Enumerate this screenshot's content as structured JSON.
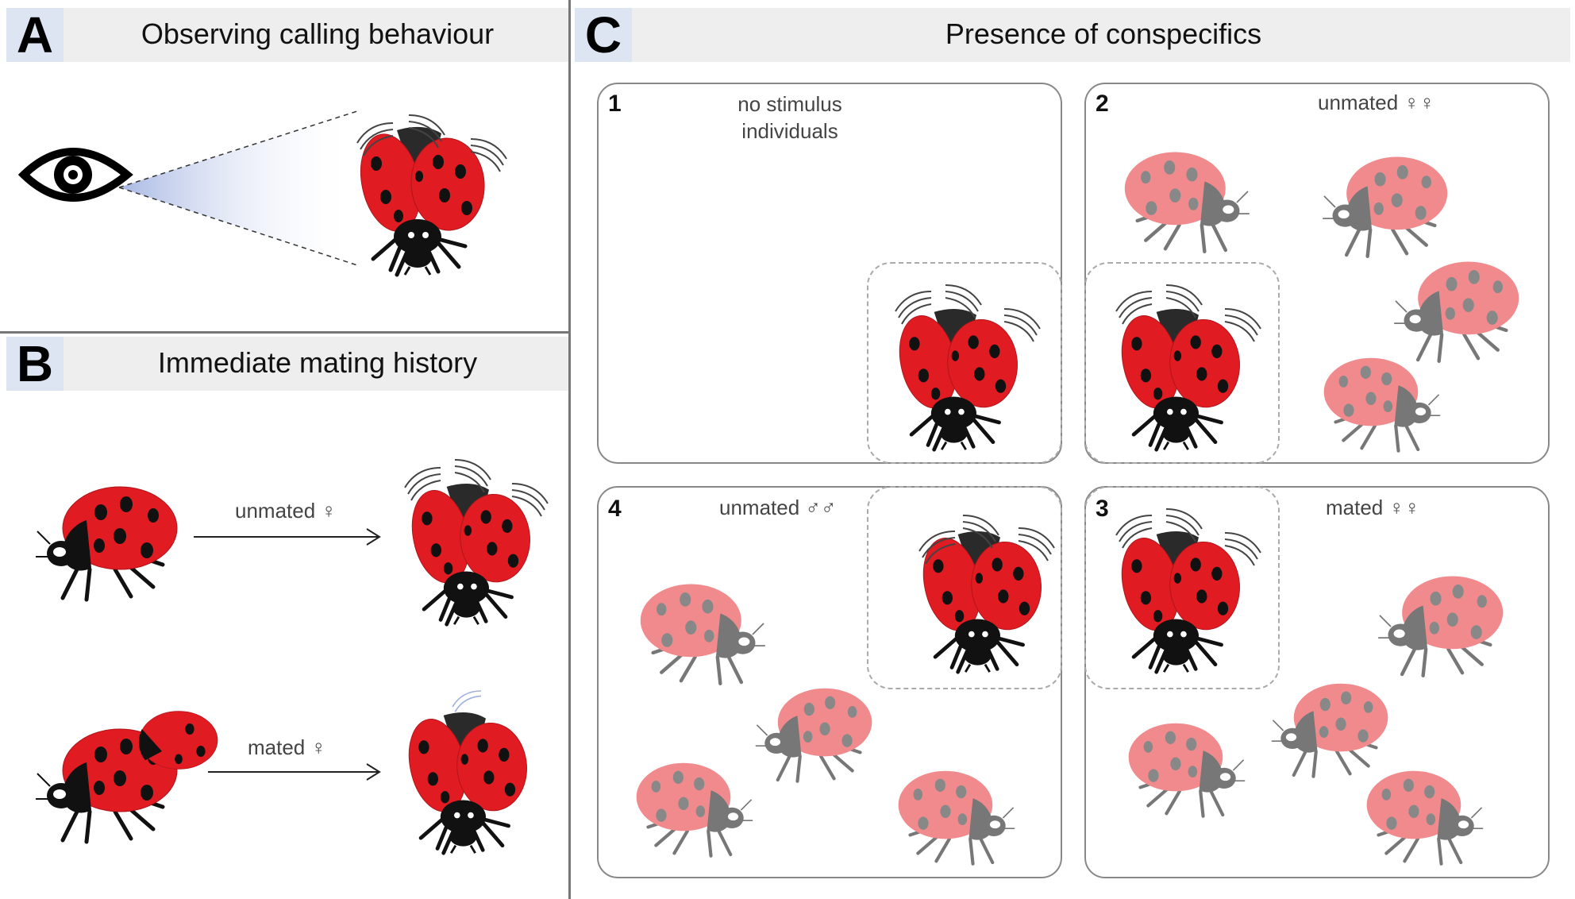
{
  "panel_a": {
    "letter": "A",
    "title": "Observing calling behaviour"
  },
  "panel_b": {
    "letter": "B",
    "title": "Immediate mating history",
    "rows": [
      {
        "label": "unmated ♀"
      },
      {
        "label": "mated ♀"
      }
    ]
  },
  "panel_c": {
    "letter": "C",
    "title": "Presence of conspecifics",
    "treatments": [
      {
        "number": "1",
        "label_line1": "no stimulus",
        "label_line2": "individuals"
      },
      {
        "number": "2",
        "label": "unmated ♀♀"
      },
      {
        "number": "3",
        "label": "mated ♀♀"
      },
      {
        "number": "4",
        "label": "unmated ♂♂"
      }
    ]
  },
  "colors": {
    "elytra_red": "#e01b22",
    "body_black": "#111111",
    "stimulus_pink": "#f08a8d",
    "stimulus_gray": "#777777",
    "header_band": "#eeeeee",
    "letter_box": "#dde5f3"
  }
}
